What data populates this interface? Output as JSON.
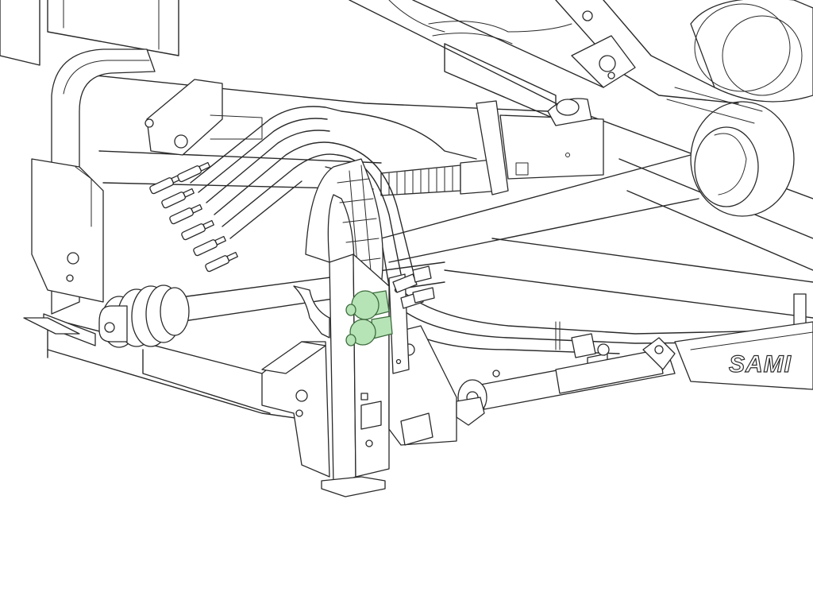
{
  "diagram": {
    "brand_label": "SAMI",
    "highlight_color": "#b7e4b7",
    "line_color": "#2a2a2a",
    "background_color": "#ffffff",
    "highlighted_parts": [
      "quick-coupler-upper",
      "quick-coupler-lower"
    ]
  }
}
